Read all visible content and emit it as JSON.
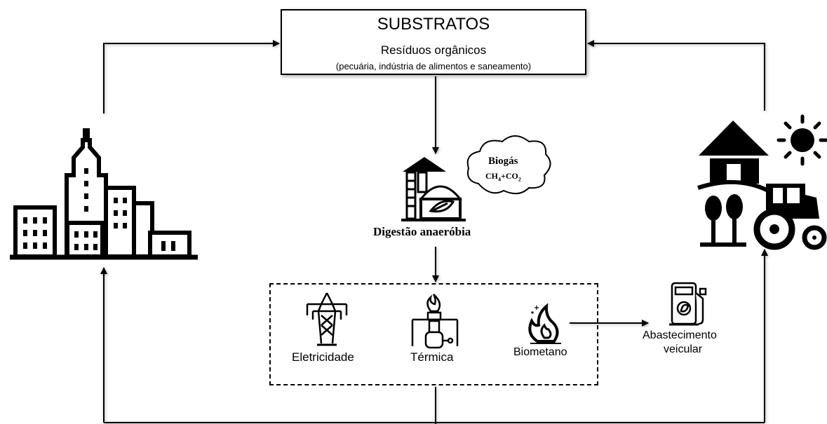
{
  "substratos": {
    "title": "SUBSTRATOS",
    "subtitle": "Resíduos orgânicos",
    "detail": "(pecuária, indústria de alimentos e saneamento)"
  },
  "biogas": {
    "title": "Biogás",
    "formula": "CH4+CO2"
  },
  "digestao": {
    "label": "Digestão anaeróbia"
  },
  "outputs": {
    "eletricidade": "Eletricidade",
    "termica": "Térmica",
    "biometano": "Biometano"
  },
  "abastecimento": {
    "line1": "Abastecimento",
    "line2": "veicular"
  },
  "icons": {
    "city": "city-buildings-icon",
    "farm": "farm-tractor-sun-icon",
    "digester": "biodigester-icon",
    "cloud": "cloud-icon",
    "tower": "power-tower-icon",
    "thermal": "thermal-burner-icon",
    "flame": "flame-icon",
    "pump": "fuel-pump-icon"
  },
  "colors": {
    "stroke": "#000000",
    "background": "#ffffff"
  }
}
